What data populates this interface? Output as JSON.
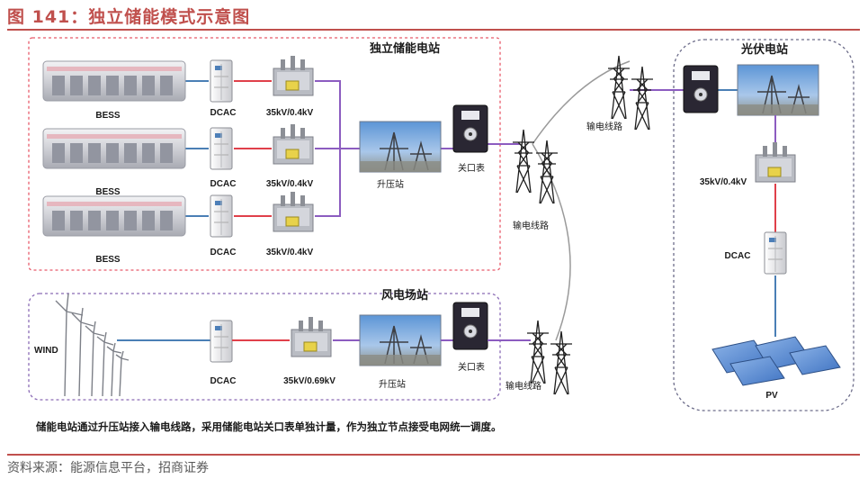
{
  "title": "图 141：独立储能模式示意图",
  "source": "资料来源：能源信息平台，招商证券",
  "sections": {
    "storage_station": "独立储能电站",
    "pv_station": "光伏电站",
    "wind_farm": "风电场站"
  },
  "labels": {
    "bess": "BESS",
    "dcac": "DCAC",
    "transformer_storage": "35kV/0.4kV",
    "transformer_wind": "35kV/0.69kV",
    "transformer_pv": "35kV/0.4kV",
    "step_up_station": "升压站",
    "gateway_meter": "关口表",
    "transmission_line": "输电线路",
    "wind": "WIND",
    "pv": "PV"
  },
  "note": "储能电站通过升压站接入输电线路，采用储能电站关口表单独计量，作为独立节点接受电网统一调度。",
  "colors": {
    "title": "#c0504d",
    "storage_border": "#e85a6a",
    "wind_border": "#8a6bb5",
    "pv_border": "#6d6d8a",
    "line_blue": "#4a7fb5",
    "line_red": "#e0404a",
    "line_purple": "#8c5cc0"
  }
}
